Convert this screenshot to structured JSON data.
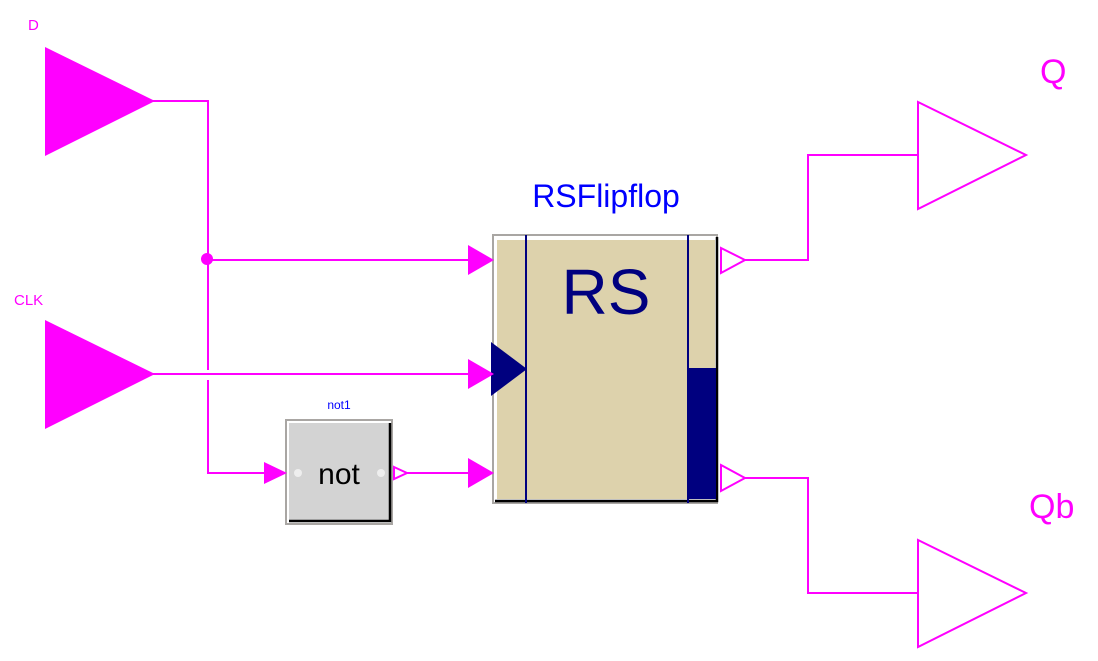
{
  "colors": {
    "signal": "#ff00ff",
    "block_fill": "#ddd2ac",
    "block_accent": "#00007f",
    "not_fill": "#d3d3d3",
    "label_blue": "#0000ff",
    "border_gray": "#a9a6a3",
    "shadow": "#000000"
  },
  "inputs": {
    "d": {
      "label": "D"
    },
    "clk": {
      "label": "CLK"
    }
  },
  "outputs": {
    "q": {
      "label": "Q"
    },
    "qb": {
      "label": "Qb"
    }
  },
  "blocks": {
    "rsflipflop": {
      "name": "RSFlipflop",
      "icon_text": "RS"
    },
    "not1": {
      "name": "not1",
      "icon_text": "not"
    }
  }
}
